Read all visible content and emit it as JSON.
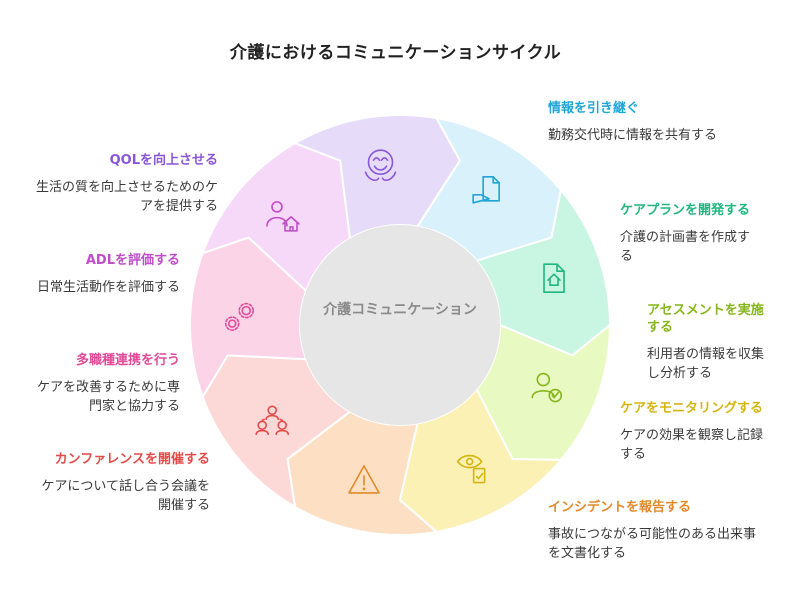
{
  "title": "介護におけるコミュニケーションサイクル",
  "center": {
    "label": "介護コミュニケーション"
  },
  "segments": [
    {
      "id": "handover",
      "title": "情報を引き継ぐ",
      "desc": "勤務交代時に情報を共有する",
      "color": "#1ea5d6",
      "fill": "#d9f1fb",
      "icon": "document-hand-icon"
    },
    {
      "id": "care-plan",
      "title": "ケアプランを開発する",
      "desc": "介護の計画書を作成する",
      "color": "#1fb77e",
      "fill": "#c9f5e3",
      "icon": "house-document-icon"
    },
    {
      "id": "assessment",
      "title": "アセスメントを実施する",
      "desc": "利用者の情報を収集し分析する",
      "color": "#86b61c",
      "fill": "#e9f9c2",
      "icon": "person-check-icon"
    },
    {
      "id": "monitoring",
      "title": "ケアをモニタリングする",
      "desc": "ケアの効果を観察し記録する",
      "color": "#d4b50f",
      "fill": "#fbf1b5",
      "icon": "eye-clipboard-icon"
    },
    {
      "id": "incident",
      "title": "インシデントを報告する",
      "desc": "事故につながる可能性のある出来事を文書化する",
      "color": "#e28a2a",
      "fill": "#fde0c4",
      "icon": "warning-icon"
    },
    {
      "id": "conference",
      "title": "カンファレンスを開催する",
      "desc": "ケアについて話し合う会議を開催する",
      "color": "#e34a4a",
      "fill": "#fcd9d6",
      "icon": "group-meeting-icon"
    },
    {
      "id": "collaboration",
      "title": "多職種連携を行う",
      "desc": "ケアを改善するために専門家と協力する",
      "color": "#e24a98",
      "fill": "#fbd4e8",
      "icon": "gears-icon"
    },
    {
      "id": "adl",
      "title": "ADLを評価する",
      "desc": "日常生活動作を評価する",
      "color": "#c04cc9",
      "fill": "#f6d8f8",
      "icon": "person-house-icon"
    },
    {
      "id": "qol",
      "title": "QOLを向上させる",
      "desc": "生活の質を向上させるためのケアを提供する",
      "color": "#8a56d8",
      "fill": "#e6dcfa",
      "icon": "happy-face-icon"
    }
  ]
}
